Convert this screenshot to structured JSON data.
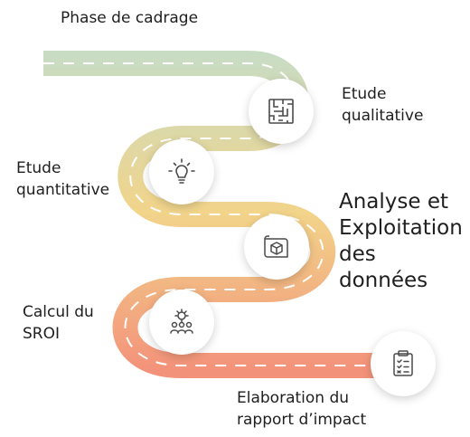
{
  "steps": [
    {
      "label": "Phase de cadrage",
      "icon": "flag-start"
    },
    {
      "label": "Etude\nqualitative",
      "icon": "maze-icon"
    },
    {
      "label": "Etude\nquantitative",
      "icon": "lightbulb-icon"
    },
    {
      "label": "Analyse et\nExploitation\ndes\ndonnées",
      "icon": "blueprint-cube-icon"
    },
    {
      "label": "Calcul du\nSROI",
      "icon": "team-gear-icon"
    },
    {
      "label": "Elaboration du\nrapport d’impact",
      "icon": "clipboard-checklist-icon"
    }
  ],
  "colors": {
    "road_start": "#c8dcc4",
    "road_mid": "#f2d48a",
    "road_end": "#f3927a",
    "dash": "#ffffff",
    "icon_stroke": "#4a4a4a"
  }
}
